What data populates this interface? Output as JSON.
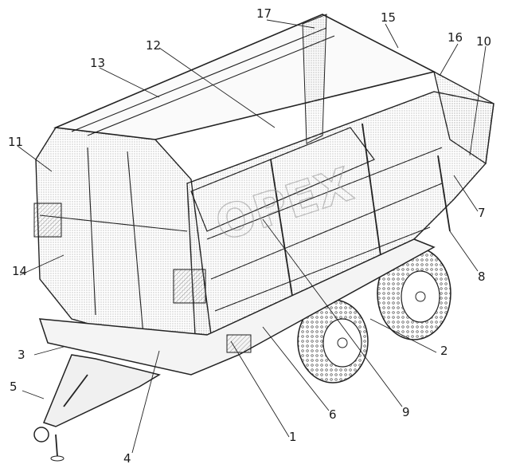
{
  "callouts": [
    {
      "id": "c1",
      "label": "1"
    },
    {
      "id": "c2",
      "label": "2"
    },
    {
      "id": "c3",
      "label": "3"
    },
    {
      "id": "c4",
      "label": "4"
    },
    {
      "id": "c5",
      "label": "5"
    },
    {
      "id": "c6",
      "label": "6"
    },
    {
      "id": "c7",
      "label": "7"
    },
    {
      "id": "c8",
      "label": "8"
    },
    {
      "id": "c9",
      "label": "9"
    },
    {
      "id": "c10",
      "label": "10"
    },
    {
      "id": "c11",
      "label": "11"
    },
    {
      "id": "c12",
      "label": "12"
    },
    {
      "id": "c13",
      "label": "13"
    },
    {
      "id": "c14",
      "label": "14"
    },
    {
      "id": "c15",
      "label": "15"
    },
    {
      "id": "c16",
      "label": "16"
    },
    {
      "id": "c17",
      "label": "17"
    }
  ],
  "watermark": "OPEX"
}
